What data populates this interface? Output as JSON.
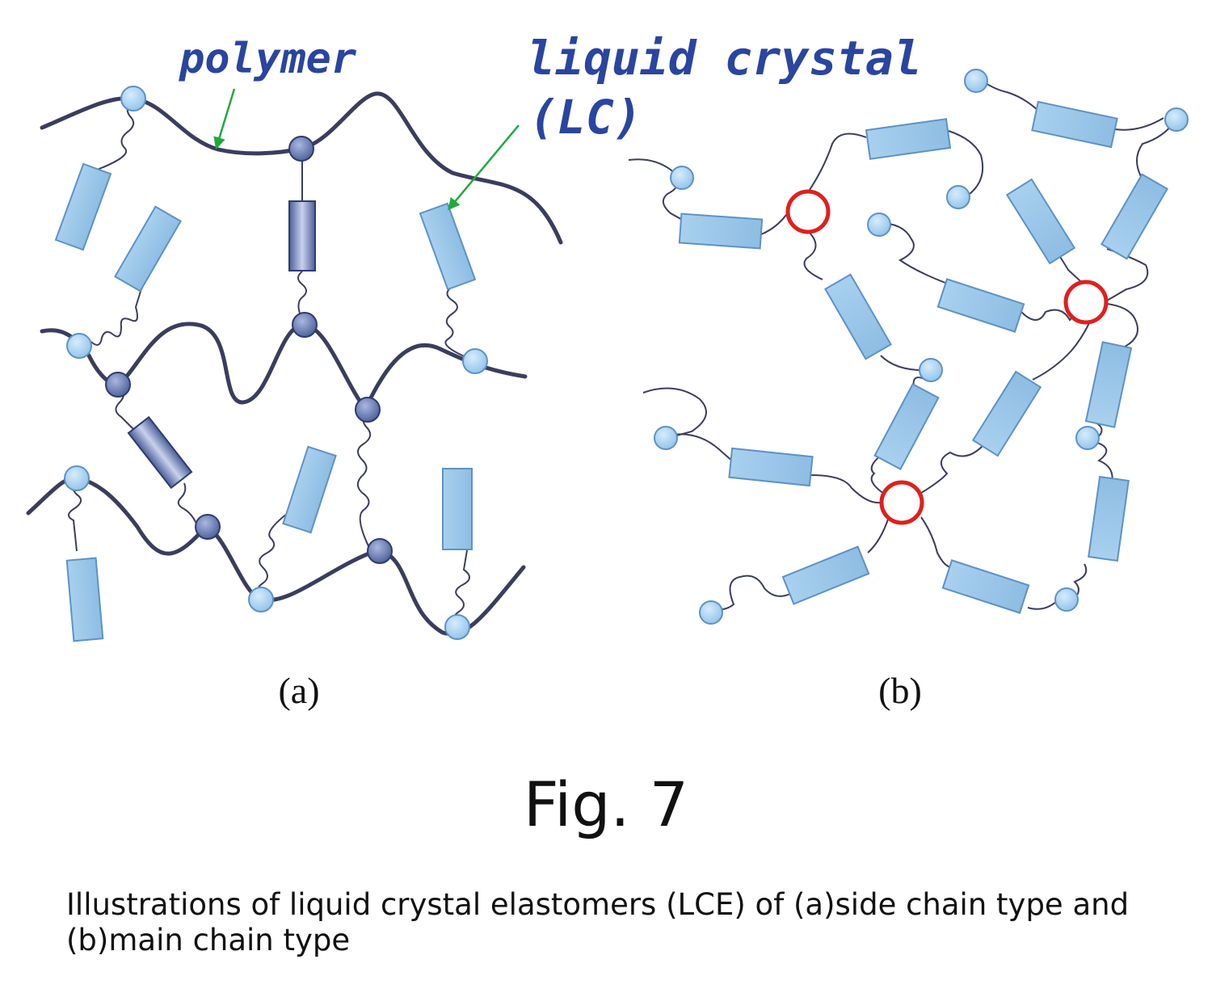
{
  "labels": {
    "polymer": "polymer",
    "lc_line1": "liquid crystal",
    "lc_line2": "(LC)",
    "panel_a": "(a)",
    "panel_b": "(b)"
  },
  "figure_label": "Fig. 7",
  "caption": "Illustrations of liquid crystal elastomers (LCE) of (a)side chain type and (b)main chain type",
  "colors": {
    "polymer_chain": "#3b3d5e",
    "mesogen_fill": "#9ec7e8",
    "mesogen_stroke": "#5d92c6",
    "crosslink_ring": "#e0201c",
    "arrow": "#1faa3c",
    "label_text": "#2a45a0"
  }
}
